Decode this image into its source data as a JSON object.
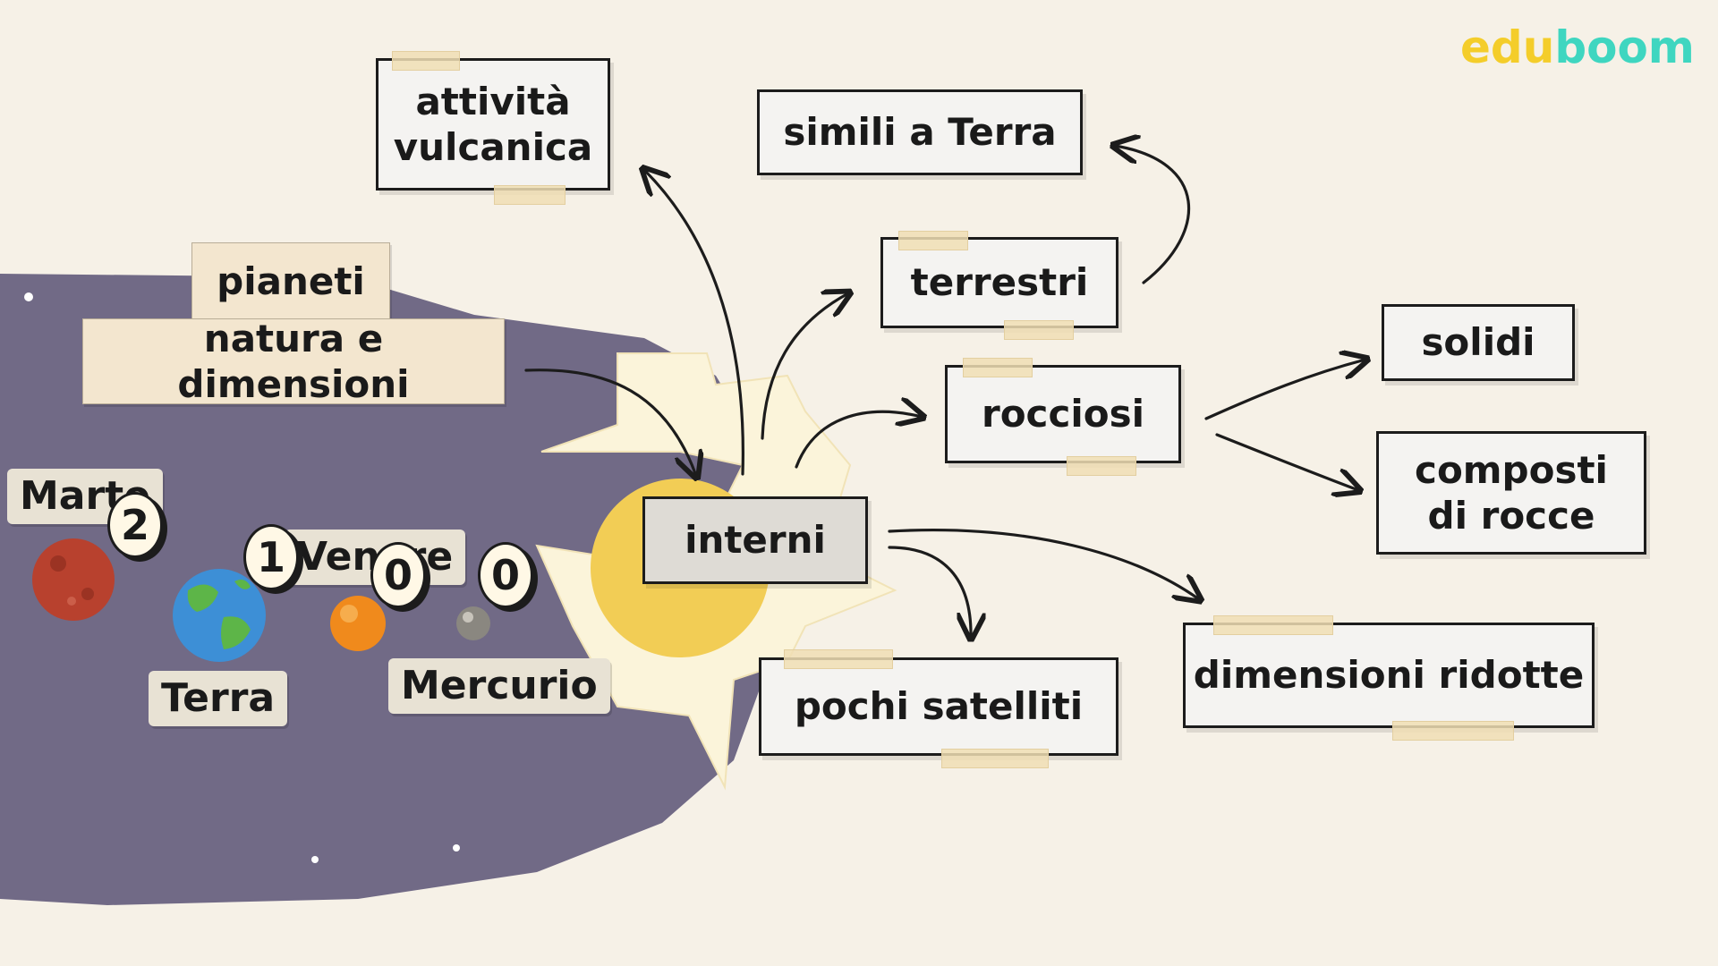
{
  "logo": {
    "part1": "edu",
    "part2": "boom"
  },
  "header": {
    "tag": "pianeti",
    "subtitle": "natura e dimensioni"
  },
  "center": {
    "label": "interni"
  },
  "concepts": {
    "volcanic": "attività vulcanica",
    "earth_like": "simili a Terra",
    "terrestrial": "terrestri",
    "rocky": "rocciosi",
    "solid": "solidi",
    "rock_made": "composti di rocce",
    "few_satellites": "pochi satelliti",
    "small_size": "dimensioni ridotte"
  },
  "planets": [
    {
      "name": "Marte",
      "satellites": "2",
      "color": "#b8412e"
    },
    {
      "name": "Terra",
      "satellites": "1",
      "color": "#3d8fd6"
    },
    {
      "name": "Venere",
      "satellites": "0",
      "color": "#f08a1c"
    },
    {
      "name": "Mercurio",
      "satellites": "0",
      "color": "#8a8780"
    }
  ],
  "colors": {
    "background": "#f6f1e7",
    "space": "#716a86",
    "sun": "#f2cd55",
    "ink": "#1c1c1c"
  }
}
